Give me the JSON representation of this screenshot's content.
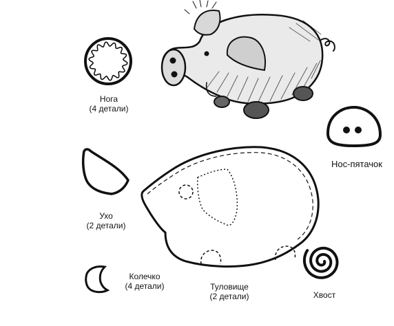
{
  "parts": {
    "leg": {
      "name": "Нога",
      "count": "(4 детали)"
    },
    "snout": {
      "name": "Нос-пятачок"
    },
    "ear": {
      "name": "Ухо",
      "count": "(2 детали)"
    },
    "ring": {
      "name": "Колечко",
      "count": "(4 детали)"
    },
    "body": {
      "name": "Туловище",
      "count": "(2 детали)"
    },
    "tail": {
      "name": "Хвост"
    }
  },
  "illustration": {
    "subject": "pig-toy-illustration"
  },
  "colors": {
    "line": "#111111",
    "background": "#ffffff"
  }
}
